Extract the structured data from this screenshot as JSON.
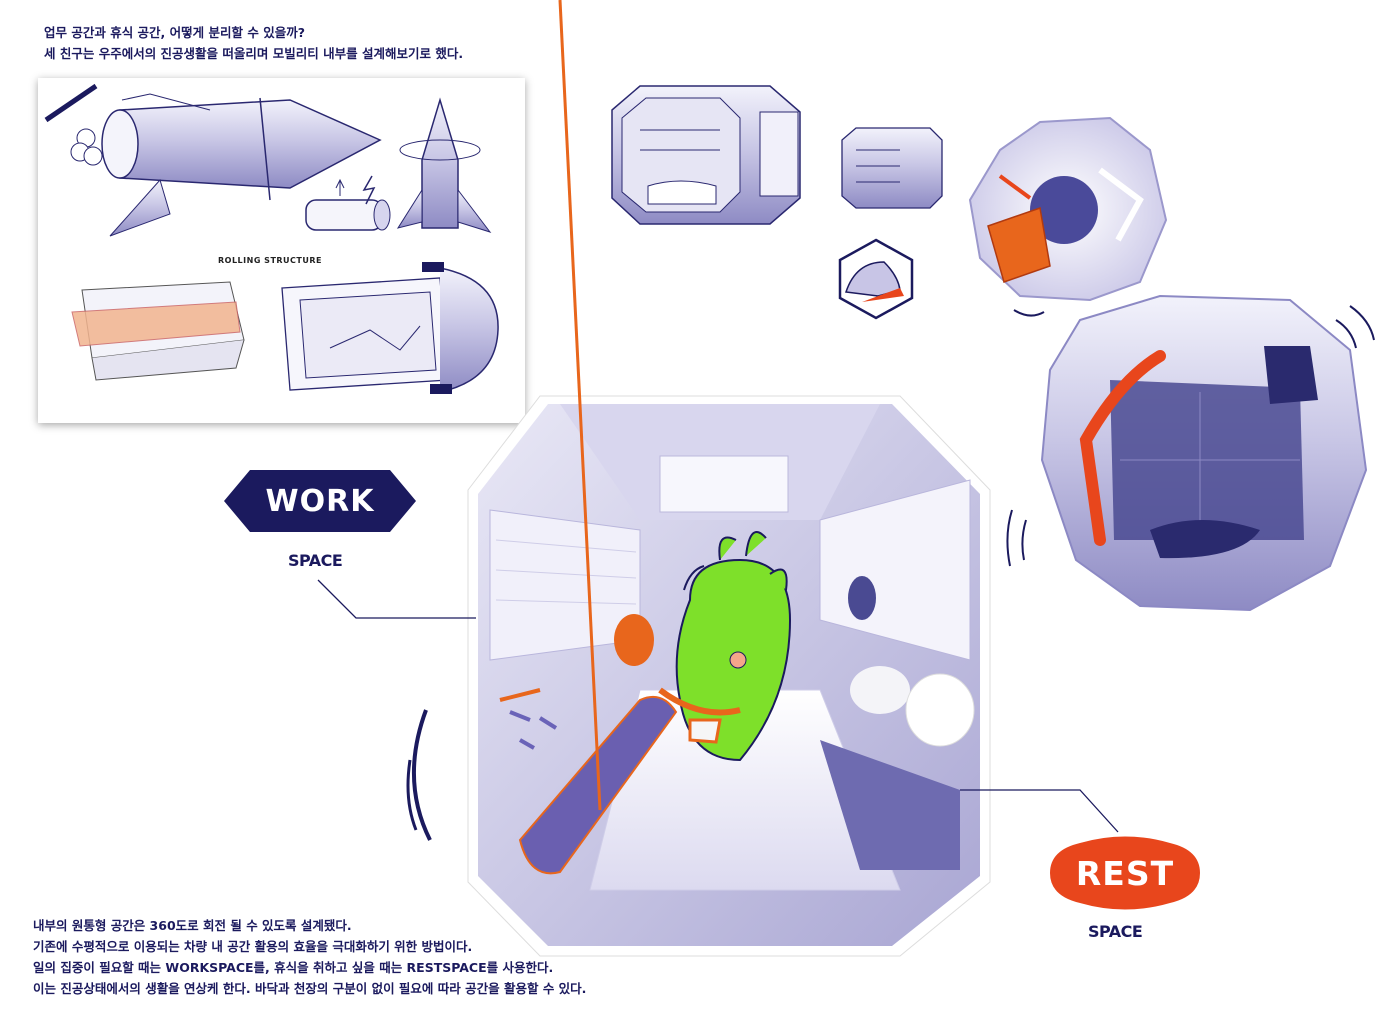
{
  "intro": {
    "line1": "업무 공간과 휴식 공간, 어떻게 분리할 수 있을까?",
    "line2": "세 친구는 우주에서의 진공생활을 떠올리며 모빌리티 내부를 설계해보기로 했다."
  },
  "sketch": {
    "label": "ROLLING STRUCTURE"
  },
  "work": {
    "badge": "WORK",
    "space": "SPACE"
  },
  "rest": {
    "badge": "REST",
    "space": "SPACE"
  },
  "outro": {
    "line1": "내부의 원통형 공간은 360도로 회전 될 수 있도록 설계됐다.",
    "line2": "기존에 수평적으로 이용되는 차량 내 공간 활용의 효율을 극대화하기 위한 방법이다.",
    "line3": "일의 집중이 필요할 때는 WORKSPACE를, 휴식을 취하고 싶을 때는 RESTSPACE를 사용한다.",
    "line4": "이는 진공상태에서의 생활을 연상케 한다. 바닥과 천장의 구분이 없이 필요에 따라 공간을 활용할 수 있다."
  },
  "colors": {
    "navy": "#1b1a5e",
    "orange": "#e8461c",
    "lavender": "#b8b5dd",
    "green": "#7ee02a"
  },
  "icons": [
    "rocket-sketch",
    "capsule-sketch",
    "hexagon-icon",
    "cabin-render",
    "character-illustration"
  ]
}
